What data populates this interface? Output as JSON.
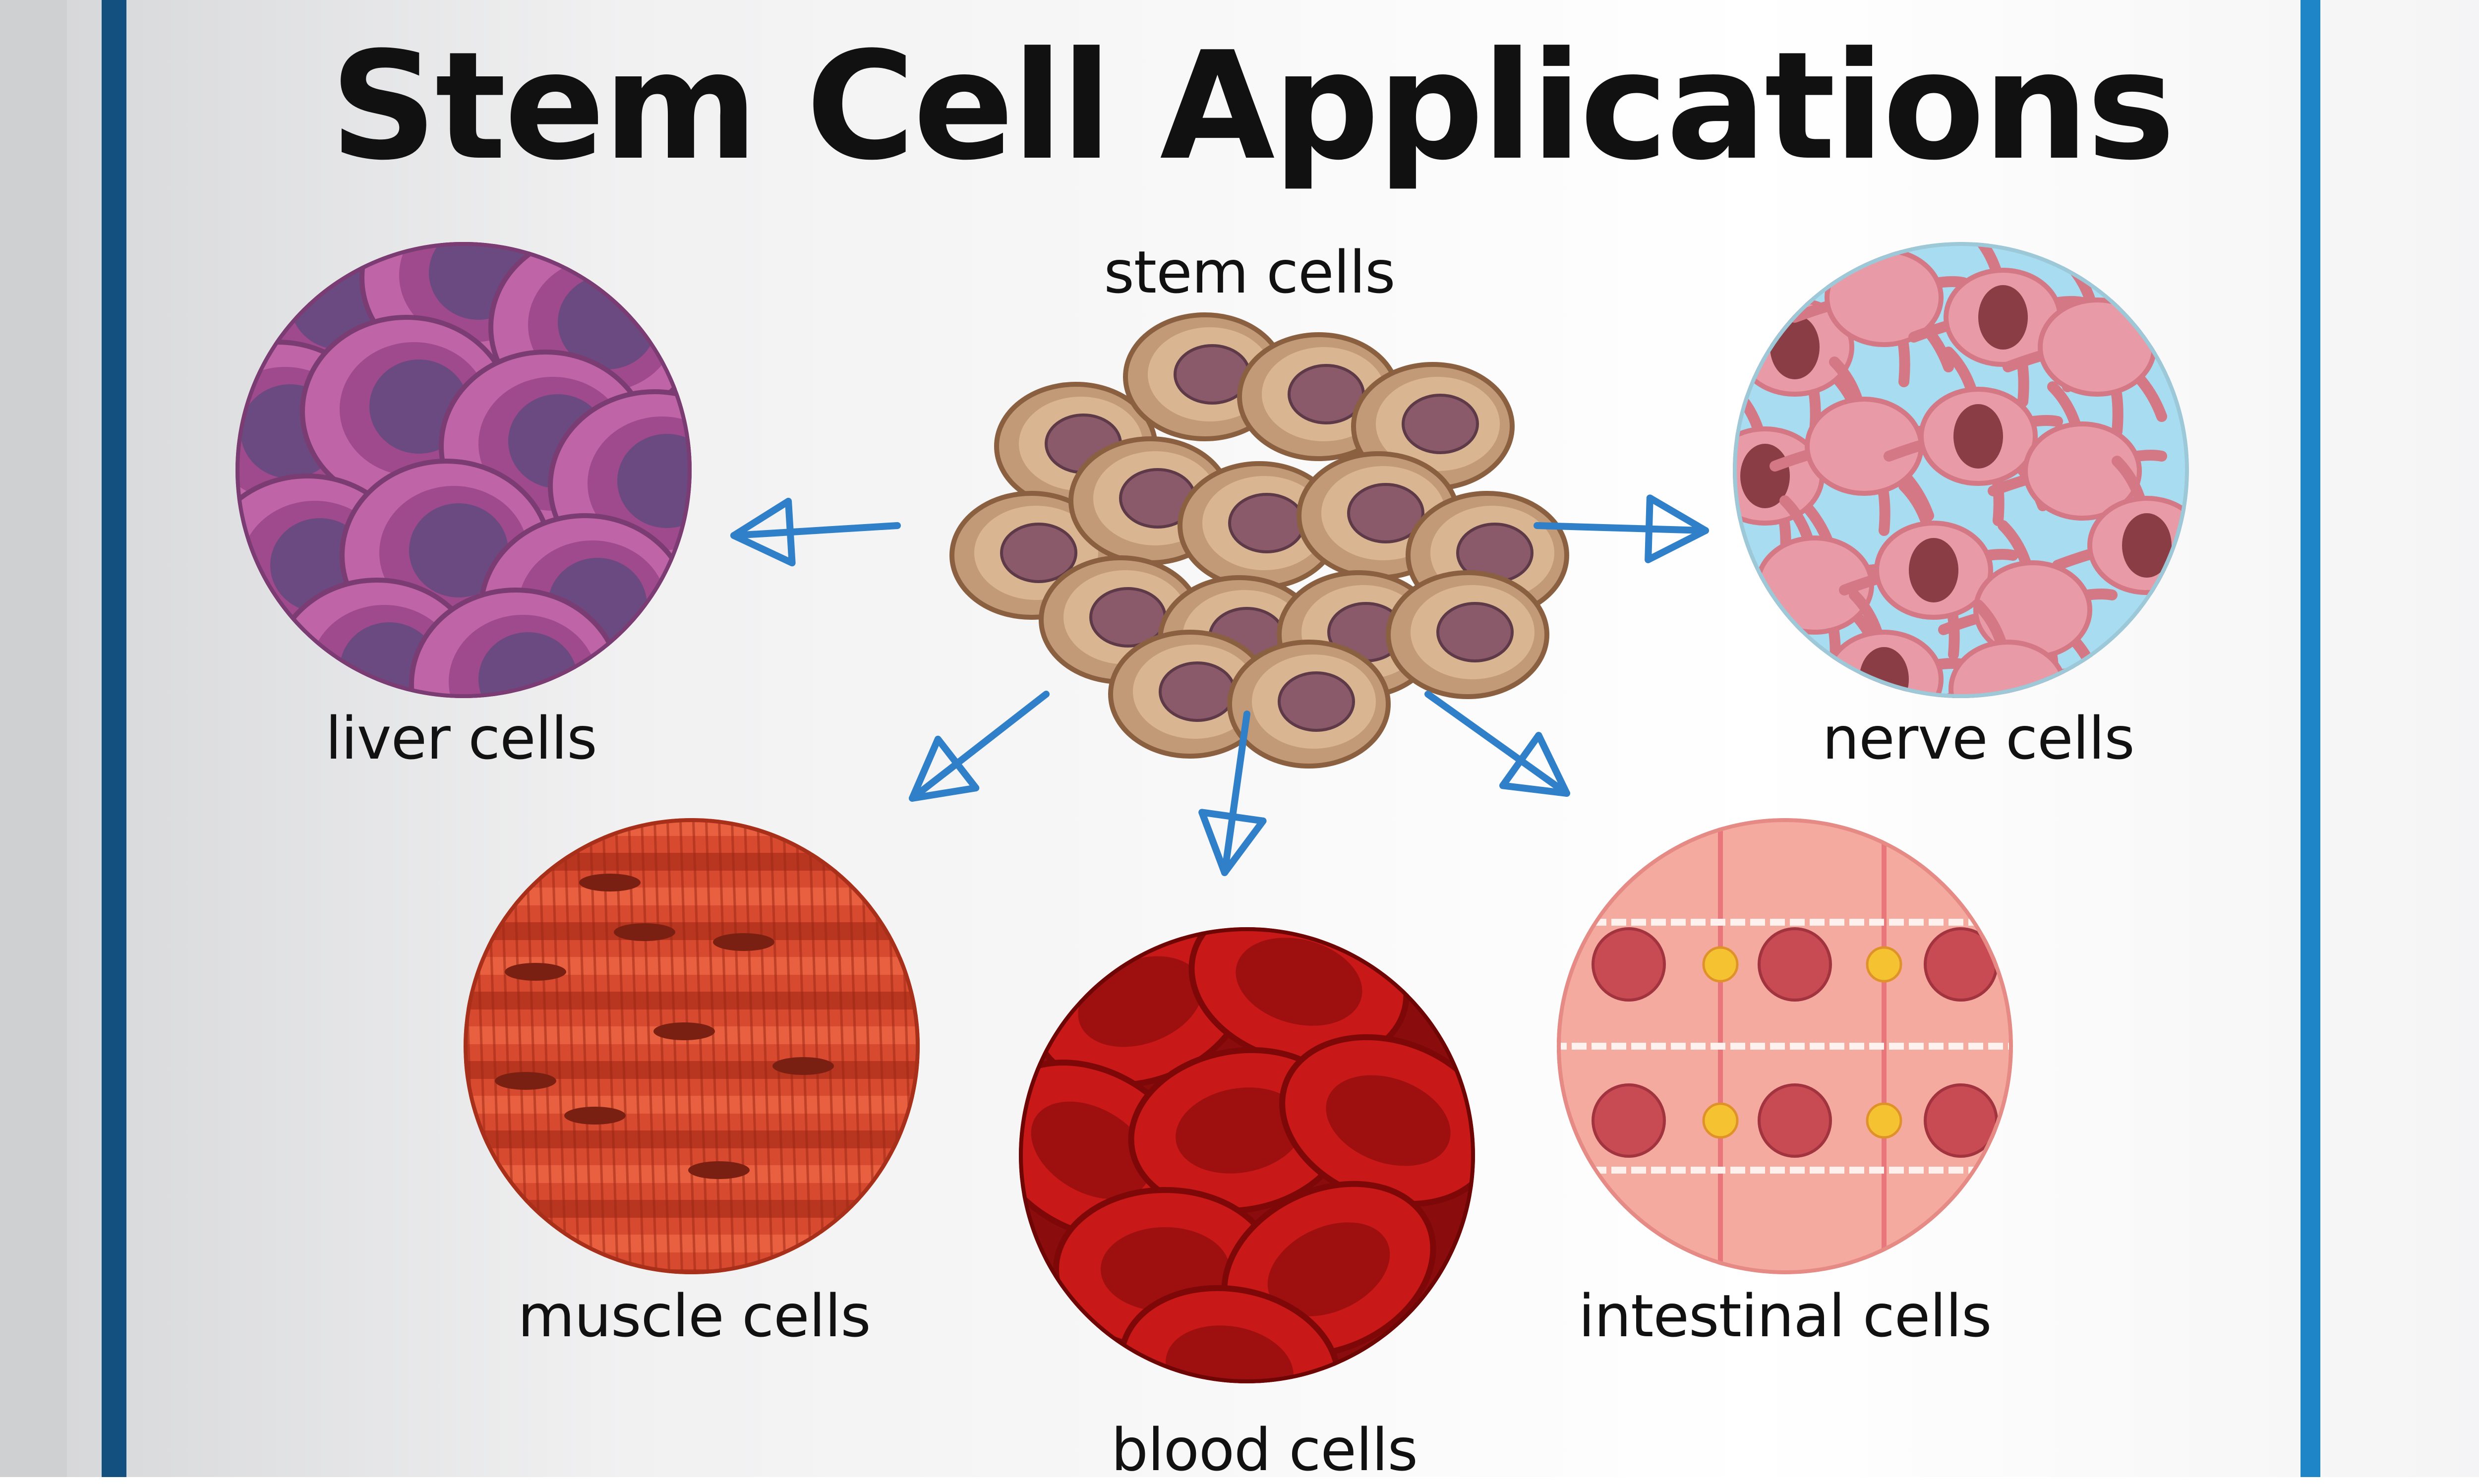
{
  "title": "Stem Cell Applications",
  "labels": {
    "stem": "stem cells",
    "liver": "liver cells",
    "nerve": "nerve cells",
    "muscle": "muscle cells",
    "blood": "blood cells",
    "intestinal": "intestinal cells"
  },
  "colors": {
    "frame_dark": "#13507f",
    "frame_light": "#1e86c7",
    "page_gray": "#d9dadc",
    "arrow": "#2f80c9",
    "stem_outer": "#c39a78",
    "stem_nucleus": "#8a5a6a",
    "liver_outer": "#bf64a6",
    "liver_nucleus": "#6a4a80",
    "nerve_bg": "#a8dcf0",
    "nerve_cell": "#e89aa6",
    "muscle": "#d84a30",
    "blood": "#c81818",
    "intestinal_bg": "#f5aaa0",
    "intestinal_nucleus": "#c84a52",
    "junction": "#f5c332"
  }
}
